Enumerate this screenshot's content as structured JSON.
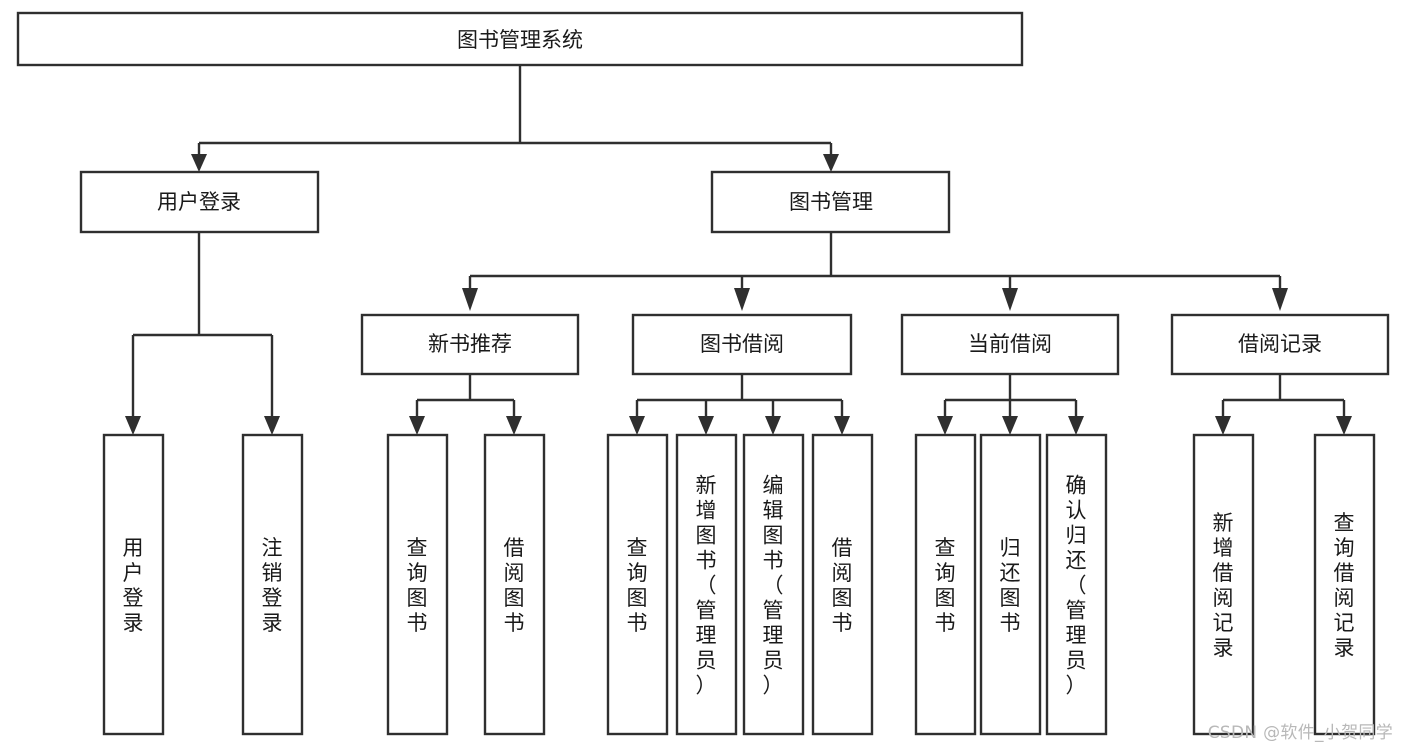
{
  "diagram": {
    "type": "tree",
    "title": "图书管理系统",
    "watermark": "CSDN @软件_小贺同学",
    "colors": {
      "stroke": "#2f2f2f",
      "fill": "#ffffff",
      "text": "#1a1a1a",
      "watermark": "#b8b8b8"
    },
    "nodes": {
      "root": {
        "label": "图书管理系统"
      },
      "level2": [
        {
          "id": "user-login",
          "label": "用户登录"
        },
        {
          "id": "book-manage",
          "label": "图书管理"
        }
      ],
      "level3": [
        {
          "id": "new-book-recommend",
          "label": "新书推荐"
        },
        {
          "id": "book-borrow",
          "label": "图书借阅"
        },
        {
          "id": "current-borrow",
          "label": "当前借阅"
        },
        {
          "id": "borrow-record",
          "label": "借阅记录"
        }
      ],
      "leaves": {
        "user-login": [
          {
            "id": "leaf-user-login",
            "label": "用户登录"
          },
          {
            "id": "leaf-user-logout",
            "label": "注销登录"
          }
        ],
        "new-book-recommend": [
          {
            "id": "leaf-query-book-1",
            "label": "查询图书"
          },
          {
            "id": "leaf-borrow-book-1",
            "label": "借阅图书"
          }
        ],
        "book-borrow": [
          {
            "id": "leaf-query-book-2",
            "label": "查询图书"
          },
          {
            "id": "leaf-add-book",
            "label": "新增图书（管理员）"
          },
          {
            "id": "leaf-edit-book",
            "label": "编辑图书（管理员）"
          },
          {
            "id": "leaf-borrow-book-2",
            "label": "借阅图书"
          }
        ],
        "current-borrow": [
          {
            "id": "leaf-query-book-3",
            "label": "查询图书"
          },
          {
            "id": "leaf-return-book",
            "label": "归还图书"
          },
          {
            "id": "leaf-confirm-return",
            "label": "确认归还（管理员）"
          }
        ],
        "borrow-record": [
          {
            "id": "leaf-add-record",
            "label": "新增借阅记录"
          },
          {
            "id": "leaf-query-record",
            "label": "查询借阅记录"
          }
        ]
      }
    }
  }
}
